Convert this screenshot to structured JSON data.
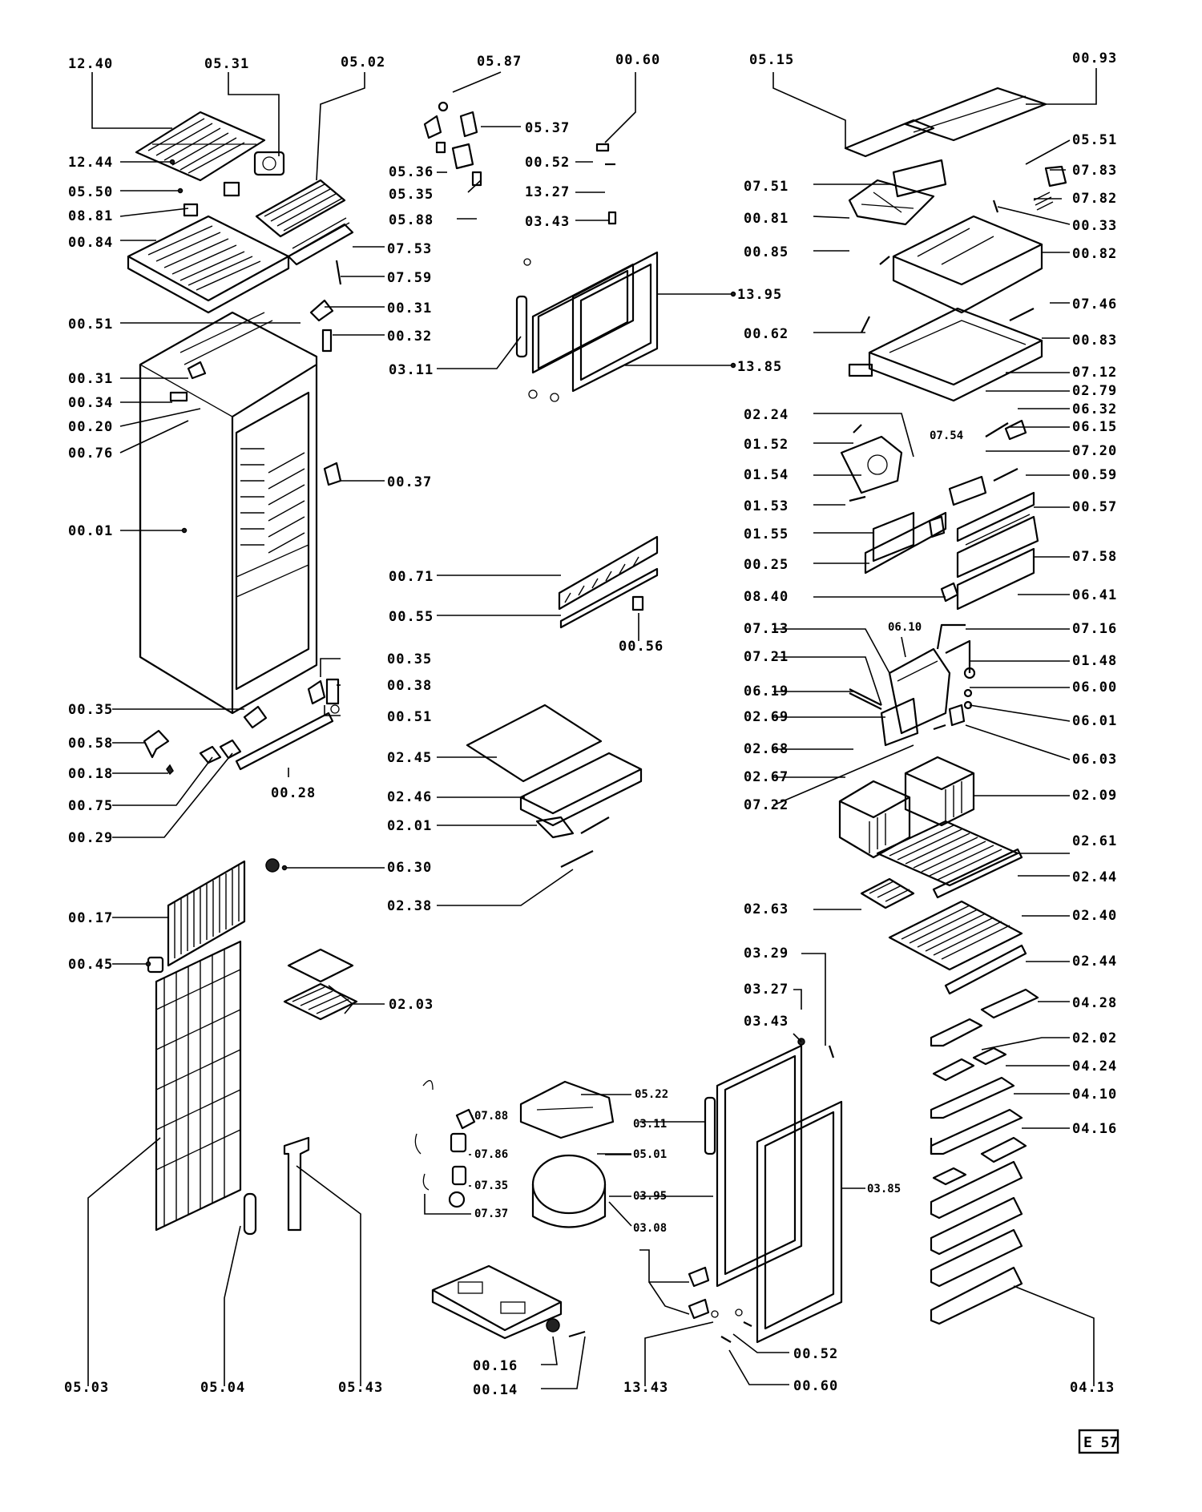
{
  "diagram": {
    "page_ref": "E 57",
    "callouts": [
      "12.40",
      "05.31",
      "05.02",
      "05.87",
      "00.60",
      "05.15",
      "00.93",
      "12.44",
      "05.50",
      "08.81",
      "00.84",
      "07.53",
      "07.59",
      "00.31",
      "00.32",
      "00.51",
      "05.37",
      "05.36",
      "05.35",
      "05.88",
      "00.52",
      "13.27",
      "03.43",
      "13.95",
      "03.11",
      "13.85",
      "05.51",
      "07.83",
      "07.82",
      "07.51",
      "00.33",
      "00.81",
      "00.82",
      "00.85",
      "07.46",
      "00.62",
      "00.83",
      "00.31",
      "00.34",
      "00.20",
      "00.76",
      "00.01",
      "00.37",
      "07.12",
      "02.79",
      "06.32",
      "06.15",
      "02.24",
      "07.54",
      "01.52",
      "07.20",
      "01.54",
      "00.59",
      "01.53",
      "00.57",
      "01.55",
      "00.25",
      "07.58",
      "08.40",
      "06.41",
      "00.71",
      "00.55",
      "00.56",
      "07.13",
      "06.10",
      "07.16",
      "07.21",
      "01.48",
      "06.19",
      "06.00",
      "02.69",
      "06.01",
      "02.68",
      "06.03",
      "02.67",
      "07.22",
      "02.09",
      "00.35",
      "00.38",
      "00.51",
      "00.35",
      "00.58",
      "00.18",
      "00.75",
      "00.29",
      "00.28",
      "02.45",
      "02.46",
      "02.01",
      "06.30",
      "02.38",
      "02.61",
      "02.44",
      "02.63",
      "02.40",
      "02.44",
      "00.17",
      "00.45",
      "02.03",
      "03.29",
      "03.27",
      "03.43",
      "04.28",
      "02.02",
      "04.24",
      "04.10",
      "04.16",
      "05.22",
      "07.88",
      "03.11",
      "07.86",
      "05.01",
      "07.35",
      "03.95",
      "03.85",
      "07.37",
      "03.08",
      "05.03",
      "05.04",
      "05.43",
      "00.16",
      "00.14",
      "13.43",
      "00.52",
      "00.60",
      "04.13"
    ]
  }
}
